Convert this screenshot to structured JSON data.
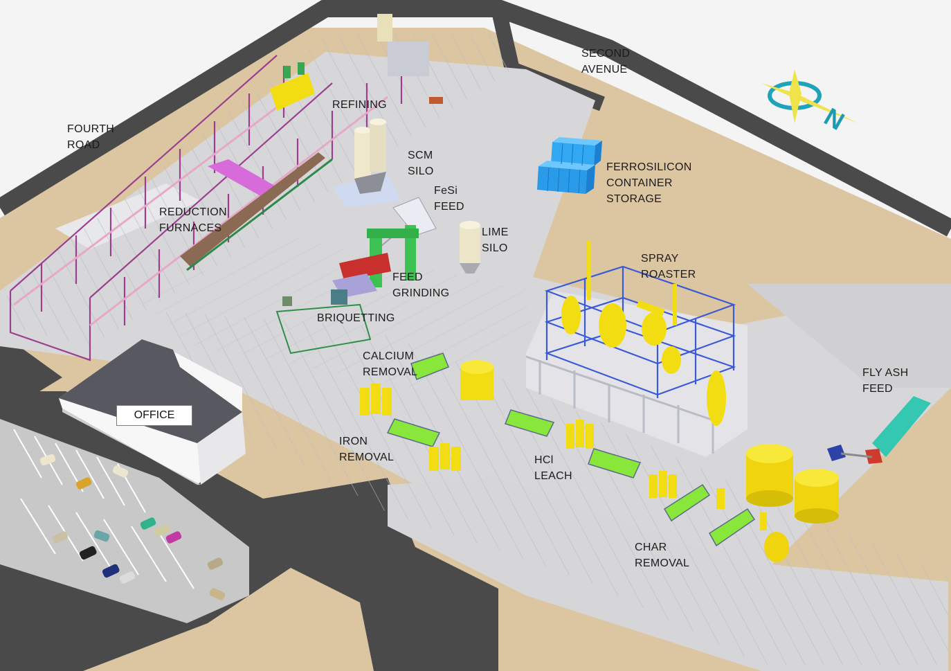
{
  "labels": {
    "second_avenue": [
      "SECOND",
      "AVENUE"
    ],
    "fourth_road": [
      "FOURTH",
      "ROAD"
    ],
    "refining": [
      "REFINING"
    ],
    "scm_silo": [
      "SCM",
      "SILO"
    ],
    "fesi_feed": [
      "FeSi",
      "FEED"
    ],
    "ferrosilicon_storage": [
      "FERROSILICON",
      "CONTAINER",
      "STORAGE"
    ],
    "reduction_furnaces": [
      "REDUCTION",
      "FURNACES"
    ],
    "lime_silo": [
      "LIME",
      "SILO"
    ],
    "spray_roaster": [
      "SPRAY",
      "ROASTER"
    ],
    "feed_grinding": [
      "FEED",
      "GRINDING"
    ],
    "briquetting": [
      "BRIQUETTING"
    ],
    "calcium_removal": [
      "CALCIUM",
      "REMOVAL"
    ],
    "fly_ash_feed": [
      "FLY ASH",
      "FEED"
    ],
    "office": "OFFICE",
    "iron_removal": [
      "IRON",
      "REMOVAL"
    ],
    "hcl_leach": [
      "HCl",
      "LEACH"
    ],
    "char_removal": [
      "CHAR",
      "REMOVAL"
    ]
  },
  "colors": {
    "road": "#4a4a4a",
    "sand": "#dcc6a2",
    "pad": "#d4d4d6",
    "frame": "#b9bcc4",
    "equipment_yellow": "#f2dd12",
    "tray_green": "#89e63a",
    "container_blue": "#2a9be8",
    "roaster_frame": "#3a59d6",
    "furnace_magenta": "#d76bd9"
  },
  "icons": {
    "compass": "compass-rose-icon"
  }
}
